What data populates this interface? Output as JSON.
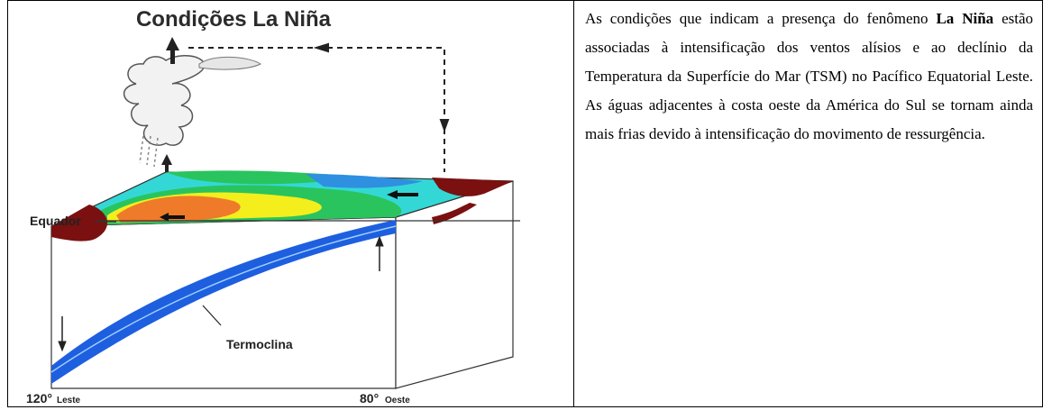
{
  "diagram": {
    "title": "Condições La Niña",
    "label_equator": "Equador",
    "label_thermocline": "Termoclina",
    "label_west": "120°",
    "label_west_suffix": "Leste",
    "label_east": "80°",
    "label_east_suffix": "Oeste",
    "colors": {
      "warm_orange": "#ef7a2a",
      "yellow": "#f4ee1c",
      "green": "#29c45e",
      "cyan": "#33d8d6",
      "blue_cold": "#2f8fe0",
      "land": "#7a1010",
      "thermocline_blue": "#1e5fe0"
    }
  },
  "text": {
    "p_start": "As condições que indicam a presença do fenômeno ",
    "p_bold": "La Niña",
    "p_end": " estão associadas à intensificação dos ventos alísios e ao declínio da Temperatura da Superfície do Mar (TSM) no Pacífico Equatorial Leste. As águas adjacentes à costa oeste da América do Sul se tornam ainda mais frias devido à intensificação do movimento de ressurgência."
  }
}
